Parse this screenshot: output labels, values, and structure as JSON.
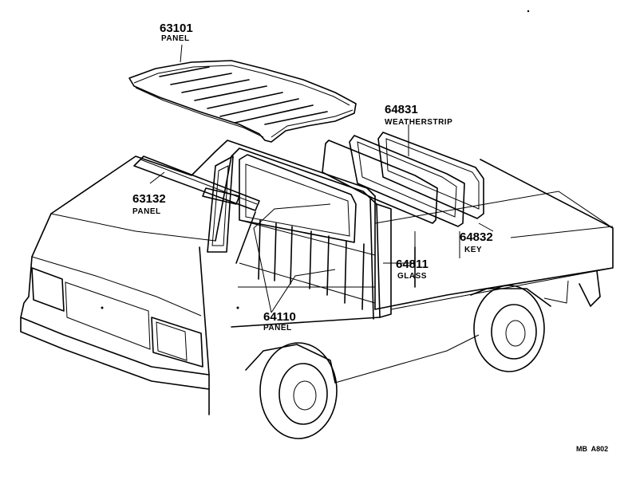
{
  "parts": [
    {
      "number": "63101",
      "name": "PANEL"
    },
    {
      "number": "63132",
      "name": "PANEL"
    },
    {
      "number": "64831",
      "name": "WEATHERSTRIP"
    },
    {
      "number": "64832",
      "name": "KEY"
    },
    {
      "number": "64811",
      "name": "GLASS"
    },
    {
      "number": "64110",
      "name": "PANEL"
    }
  ],
  "figure_ref": "MB  A802"
}
